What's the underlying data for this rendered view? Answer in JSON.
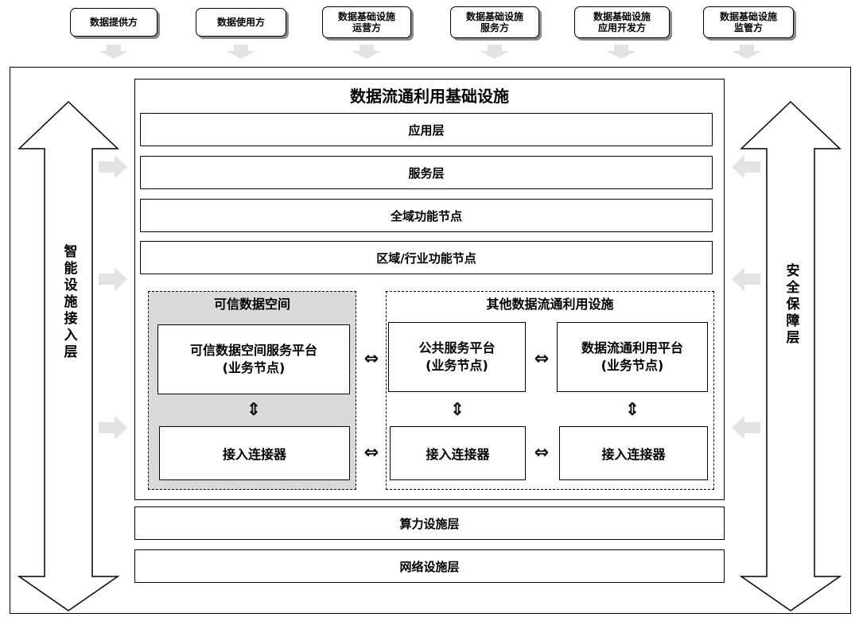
{
  "roles": [
    "数据提供方",
    "数据使用方",
    "数据基础设施\n运营方",
    "数据基础设施\n服务方",
    "数据基础设施\n应用开发方",
    "数据基础设施\n监管方"
  ],
  "main_title": "数据流通利用基础设施",
  "layers": {
    "application": "应用层",
    "service": "服务层",
    "global_nodes": "全域功能节点",
    "regional_nodes": "区域/行业功能节点",
    "compute": "算力设施层",
    "network": "网络设施层"
  },
  "trusted_space": {
    "title": "可信数据空间",
    "platform": "可信数据空间服务平台\n(业务节点)",
    "connector": "接入连接器"
  },
  "other_facilities": {
    "title": "其他数据流通利用设施",
    "public_platform": "公共服务平台\n(业务节点)",
    "data_platform": "数据流通利用平台\n(业务节点)",
    "connector_1": "接入连接器",
    "connector_2": "接入连接器"
  },
  "side_labels": {
    "left": "智能设施接入层",
    "right": "安全保障层"
  },
  "symbols": {
    "horizontal_double": "⇔",
    "vertical_double": "⇕"
  },
  "colors": {
    "shaded_panel": "#d9d9d9",
    "connector_arrow": "#e3e3e3",
    "border": "#000000"
  }
}
